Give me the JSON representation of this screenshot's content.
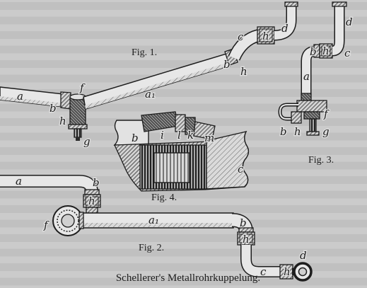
{
  "caption": "Schellerer's Metallrohrkuppelung.",
  "figures": {
    "fig1": {
      "title": "Fig. 1.",
      "labels": [
        "a",
        "b",
        "f",
        "h",
        "g",
        "a₁",
        "b",
        "c",
        "h",
        "d",
        "h"
      ]
    },
    "fig2": {
      "title": "Fig. 2.",
      "labels": [
        "a",
        "b",
        "h",
        "f",
        "a₁",
        "b",
        "h",
        "c",
        "h",
        "d"
      ]
    },
    "fig3": {
      "title": "Fig. 3.",
      "labels": [
        "d",
        "c",
        "h",
        "b",
        "a",
        "b",
        "h",
        "f",
        "g"
      ]
    },
    "fig4": {
      "title": "Fig. 4.",
      "labels": [
        "b",
        "i",
        "l",
        "k",
        "m",
        "c"
      ]
    }
  },
  "colors": {
    "paper": "#cbcbcb",
    "ink": "#1d1d1d",
    "metal": "#e7e7e7"
  }
}
